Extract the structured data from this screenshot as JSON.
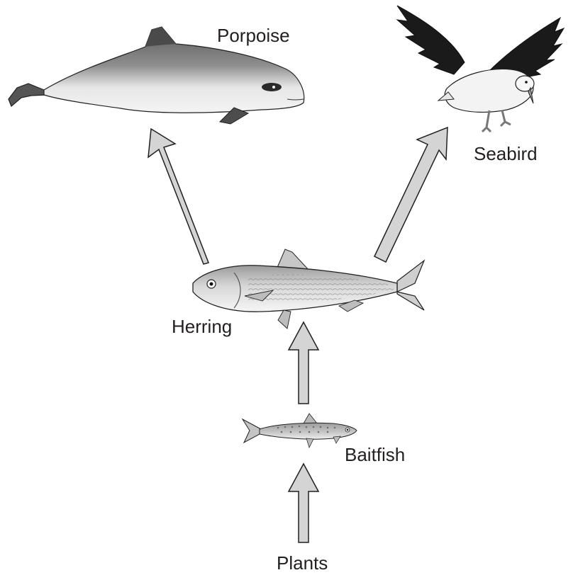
{
  "diagram": {
    "organisms": {
      "porpoise": "Porpoise",
      "seabird": "Seabird",
      "herring": "Herring",
      "baitfish": "Baitfish",
      "plants": "Plants"
    },
    "links": [
      {
        "from": "Plants",
        "to": "Baitfish"
      },
      {
        "from": "Baitfish",
        "to": "Herring"
      },
      {
        "from": "Herring",
        "to": "Porpoise"
      },
      {
        "from": "Herring",
        "to": "Seabird"
      }
    ]
  },
  "colors": {
    "arrow_fill": "#d4d4d4",
    "outline": "#231f20",
    "seabird_wing": "#1a1a1a"
  }
}
